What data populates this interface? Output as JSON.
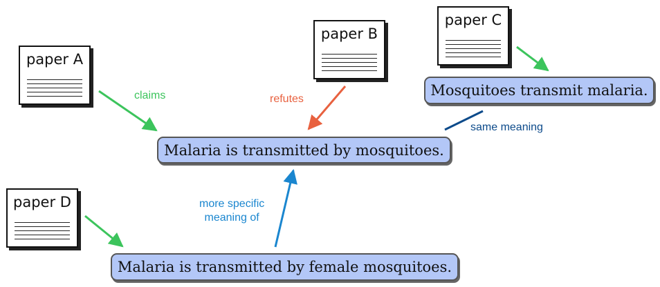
{
  "papers": {
    "a": "paper A",
    "b": "paper B",
    "c": "paper C",
    "d": "paper D"
  },
  "claims": {
    "main": "Malaria is transmitted by mosquitoes.",
    "c": "Mosquitoes transmit malaria.",
    "d": "Malaria is transmitted by female mosquitoes."
  },
  "relations": {
    "claims": "claims",
    "refutes": "refutes",
    "same_meaning": "same meaning",
    "more_specific_line1": "more specific",
    "more_specific_line2": "meaning of"
  },
  "colors": {
    "claims": "#3cc45c",
    "refutes": "#e8613f",
    "same_meaning": "#0c4a8a",
    "more_specific": "#1a86cf",
    "claim_fill": "#b3c7f7"
  }
}
